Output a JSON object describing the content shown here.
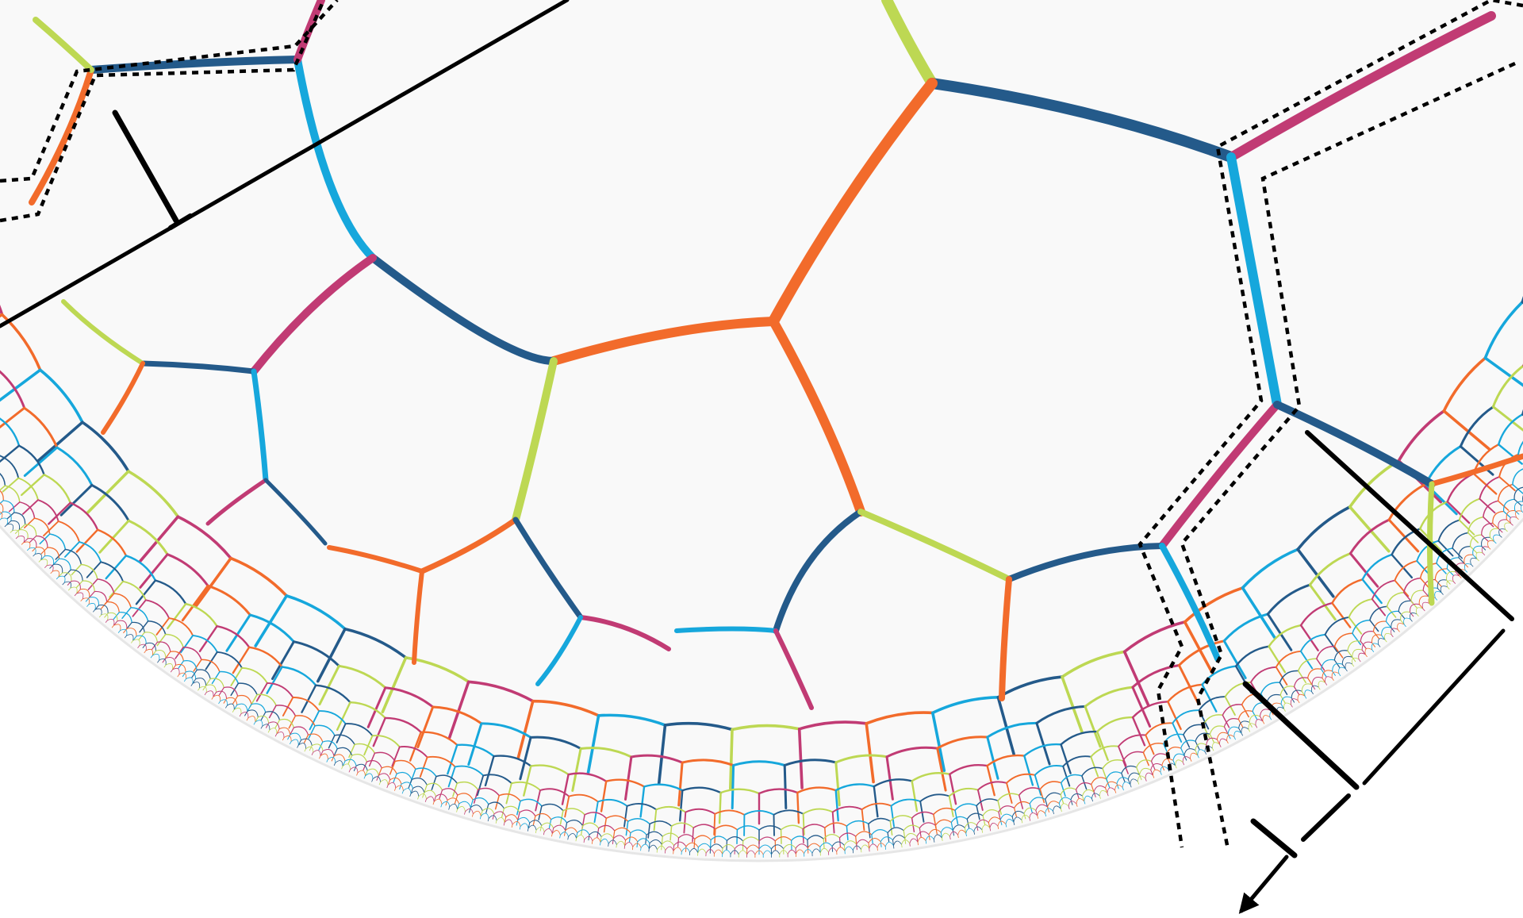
{
  "diagram": {
    "kind": "hyperbolic-tiling-disk",
    "tiling": {
      "polygon_sides": 5,
      "polygons_per_vertex": 4
    },
    "visible_quadrant": "lower",
    "labels": [],
    "colors": {
      "background": "#ffffff",
      "disk_fill": "#f9f9f9",
      "disk_rim": "#e6e6e6",
      "overlay_lines": "#000000"
    },
    "edge_palette": [
      "#f26b2b",
      "#245a8a",
      "#c13b74",
      "#16a7dc",
      "#bdd853"
    ],
    "overlays": {
      "solid_geodesics": 5,
      "dashed_outlines": 2,
      "arrowheads": 1
    }
  }
}
